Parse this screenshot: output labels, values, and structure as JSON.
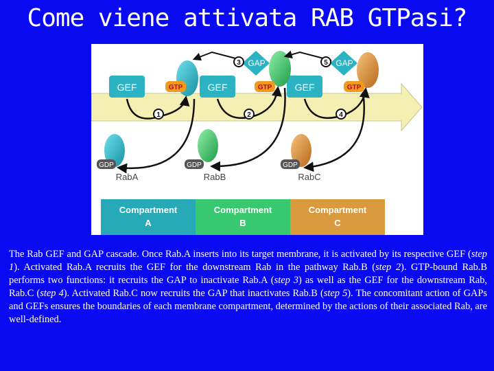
{
  "title": "Come viene attivata RAB GTPasi?",
  "figure": {
    "gef_label": "GEF",
    "gap_label": "GAP",
    "gtp_label": "GTP",
    "gdp_label": "GDP",
    "rabs": [
      "RabA",
      "RabB",
      "RabC"
    ],
    "step_numbers": [
      "1",
      "2",
      "3",
      "4",
      "5"
    ],
    "compartments": [
      {
        "line1": "Compartment",
        "line2": "A",
        "color": "#27a9b8"
      },
      {
        "line1": "Compartment",
        "line2": "B",
        "color": "#38c86f"
      },
      {
        "line1": "Compartment",
        "line2": "C",
        "color": "#d89a3c"
      }
    ],
    "colors": {
      "rab_a": "#2bb3c4",
      "rab_b": "#3cd06f",
      "rab_c": "#e08b2d",
      "gef": "#2bb3c4",
      "gtp": "#f29a1e",
      "arrow_band": "#f4f0b4"
    }
  },
  "caption": {
    "p1": "The Rab GEF and GAP cascade. Once Rab.A inserts into its target membrane, it is activated by its respective GEF (",
    "step1": "step 1",
    "p2": "). Activated Rab.A recruits the GEF for the downstream Rab in the pathway Rab.B (",
    "step2": "step 2",
    "p3": "). GTP-bound Rab.B performs two functions: it recruits the GAP to inactivate Rab.A (",
    "step3": "step 3",
    "p4": ") as well as the GEF for the downstream Rab, Rab.C (",
    "step4": "step 4",
    "p5": "). Activated Rab.C now recruits the GAP that inactivates Rab.B (",
    "step5": "step 5",
    "p6": "). The concomitant action of GAPs and GEFs ensures the boundaries of each membrane compartment, determined by the actions of their associated Rab, are well-defined."
  }
}
